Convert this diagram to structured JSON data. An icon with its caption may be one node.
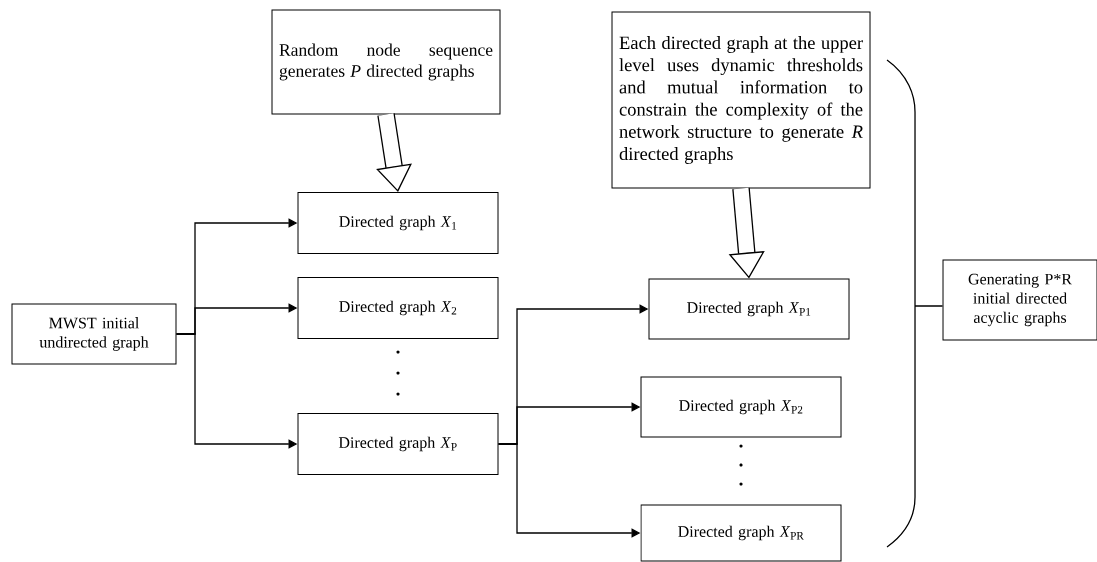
{
  "diagram": {
    "nodes": [
      {
        "text": [
          "MWST initial undirected graph"
        ]
      },
      {
        "text": [
          "Random node sequence generates *P* directed graphs"
        ]
      },
      {
        "text": [
          "Directed graph *X*$_{1}$"
        ]
      },
      {
        "text": [
          "Directed graph *X*$_{2}$"
        ]
      },
      {
        "text": [
          "Directed graph *X*$_{P}$"
        ]
      },
      {
        "text": [
          "Each directed graph at the upper level uses dynamic thresholds and mutual information to constrain the complexity of the network structure to generate *R* directed graphs"
        ]
      },
      {
        "text": [
          "Directed graph *X*$_{P1}$"
        ]
      },
      {
        "text": [
          "Directed graph *X*$_{P2}$"
        ]
      },
      {
        "text": [
          "Directed graph *X*$_{PR}$"
        ]
      },
      {
        "text": [
          "Generating P*R initial directed acyclic graphs"
        ]
      }
    ],
    "edges": [
      {
        "from": 0,
        "to": 2,
        "arrow": "to"
      },
      {
        "from": 0,
        "to": 3,
        "arrow": "to"
      },
      {
        "from": 0,
        "to": 4,
        "arrow": "to"
      },
      {
        "from": 1,
        "to": 2,
        "arrow": "to",
        "style": "thick"
      },
      {
        "from": 4,
        "to": 6,
        "arrow": "to"
      },
      {
        "from": 4,
        "to": 7,
        "arrow": "to"
      },
      {
        "from": 4,
        "to": 8,
        "arrow": "to"
      },
      {
        "from": 5,
        "to": 6,
        "arrow": "to",
        "style": "thick"
      }
    ]
  }
}
